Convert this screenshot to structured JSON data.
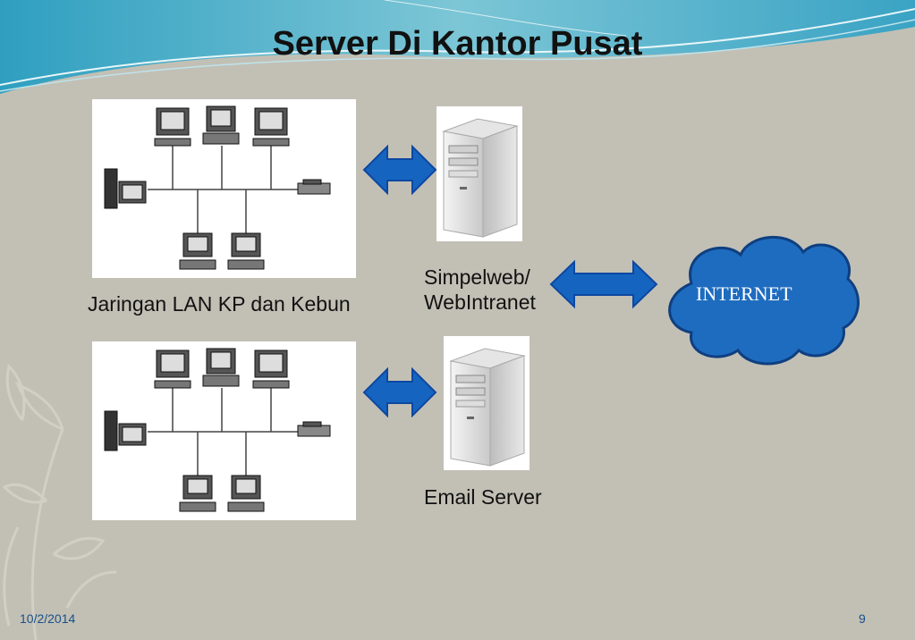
{
  "title": "Server Di Kantor Pusat",
  "lan_caption": "Jaringan LAN KP dan Kebun",
  "web_server_caption_line1": "Simpelweb/",
  "web_server_caption_line2": "WebIntranet",
  "email_server_caption": "Email Server",
  "cloud_label": "INTERNET",
  "footer_date": "10/2/2014",
  "page_number": "9",
  "colors": {
    "background": "#c2c0b5",
    "header_wave": "#4aaac8",
    "arrow_fill": "#1565c0",
    "cloud_fill": "#1e6cc0",
    "footer_text": "#1a4f8a"
  }
}
